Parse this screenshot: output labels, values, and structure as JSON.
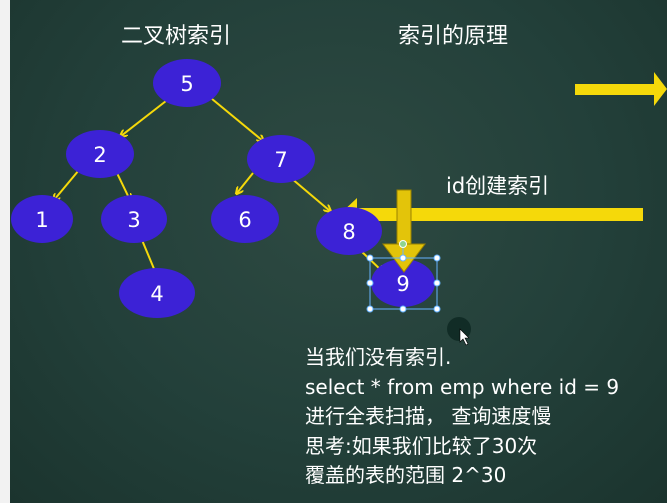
{
  "titles": {
    "binary_tree_index": "二叉树索引",
    "index_principle": "索引的原理",
    "id_create_index": "id创建索引"
  },
  "tree": {
    "nodes": [
      {
        "label": "5"
      },
      {
        "label": "2"
      },
      {
        "label": "7"
      },
      {
        "label": "1"
      },
      {
        "label": "3"
      },
      {
        "label": "6"
      },
      {
        "label": "8"
      },
      {
        "label": "4"
      },
      {
        "label": "9",
        "selected": true
      }
    ]
  },
  "notes": [
    "当我们没有索引.",
    "select * from emp where  id = 9",
    "进行全表扫描， 查询速度慢",
    "思考:如果我们比较了30次",
    "覆盖的表的范围 2^30"
  ],
  "colors": {
    "board": "#23403a",
    "node_fill": "#3c22d6",
    "arrow": "#f5d90a",
    "text": "#ffffff"
  }
}
